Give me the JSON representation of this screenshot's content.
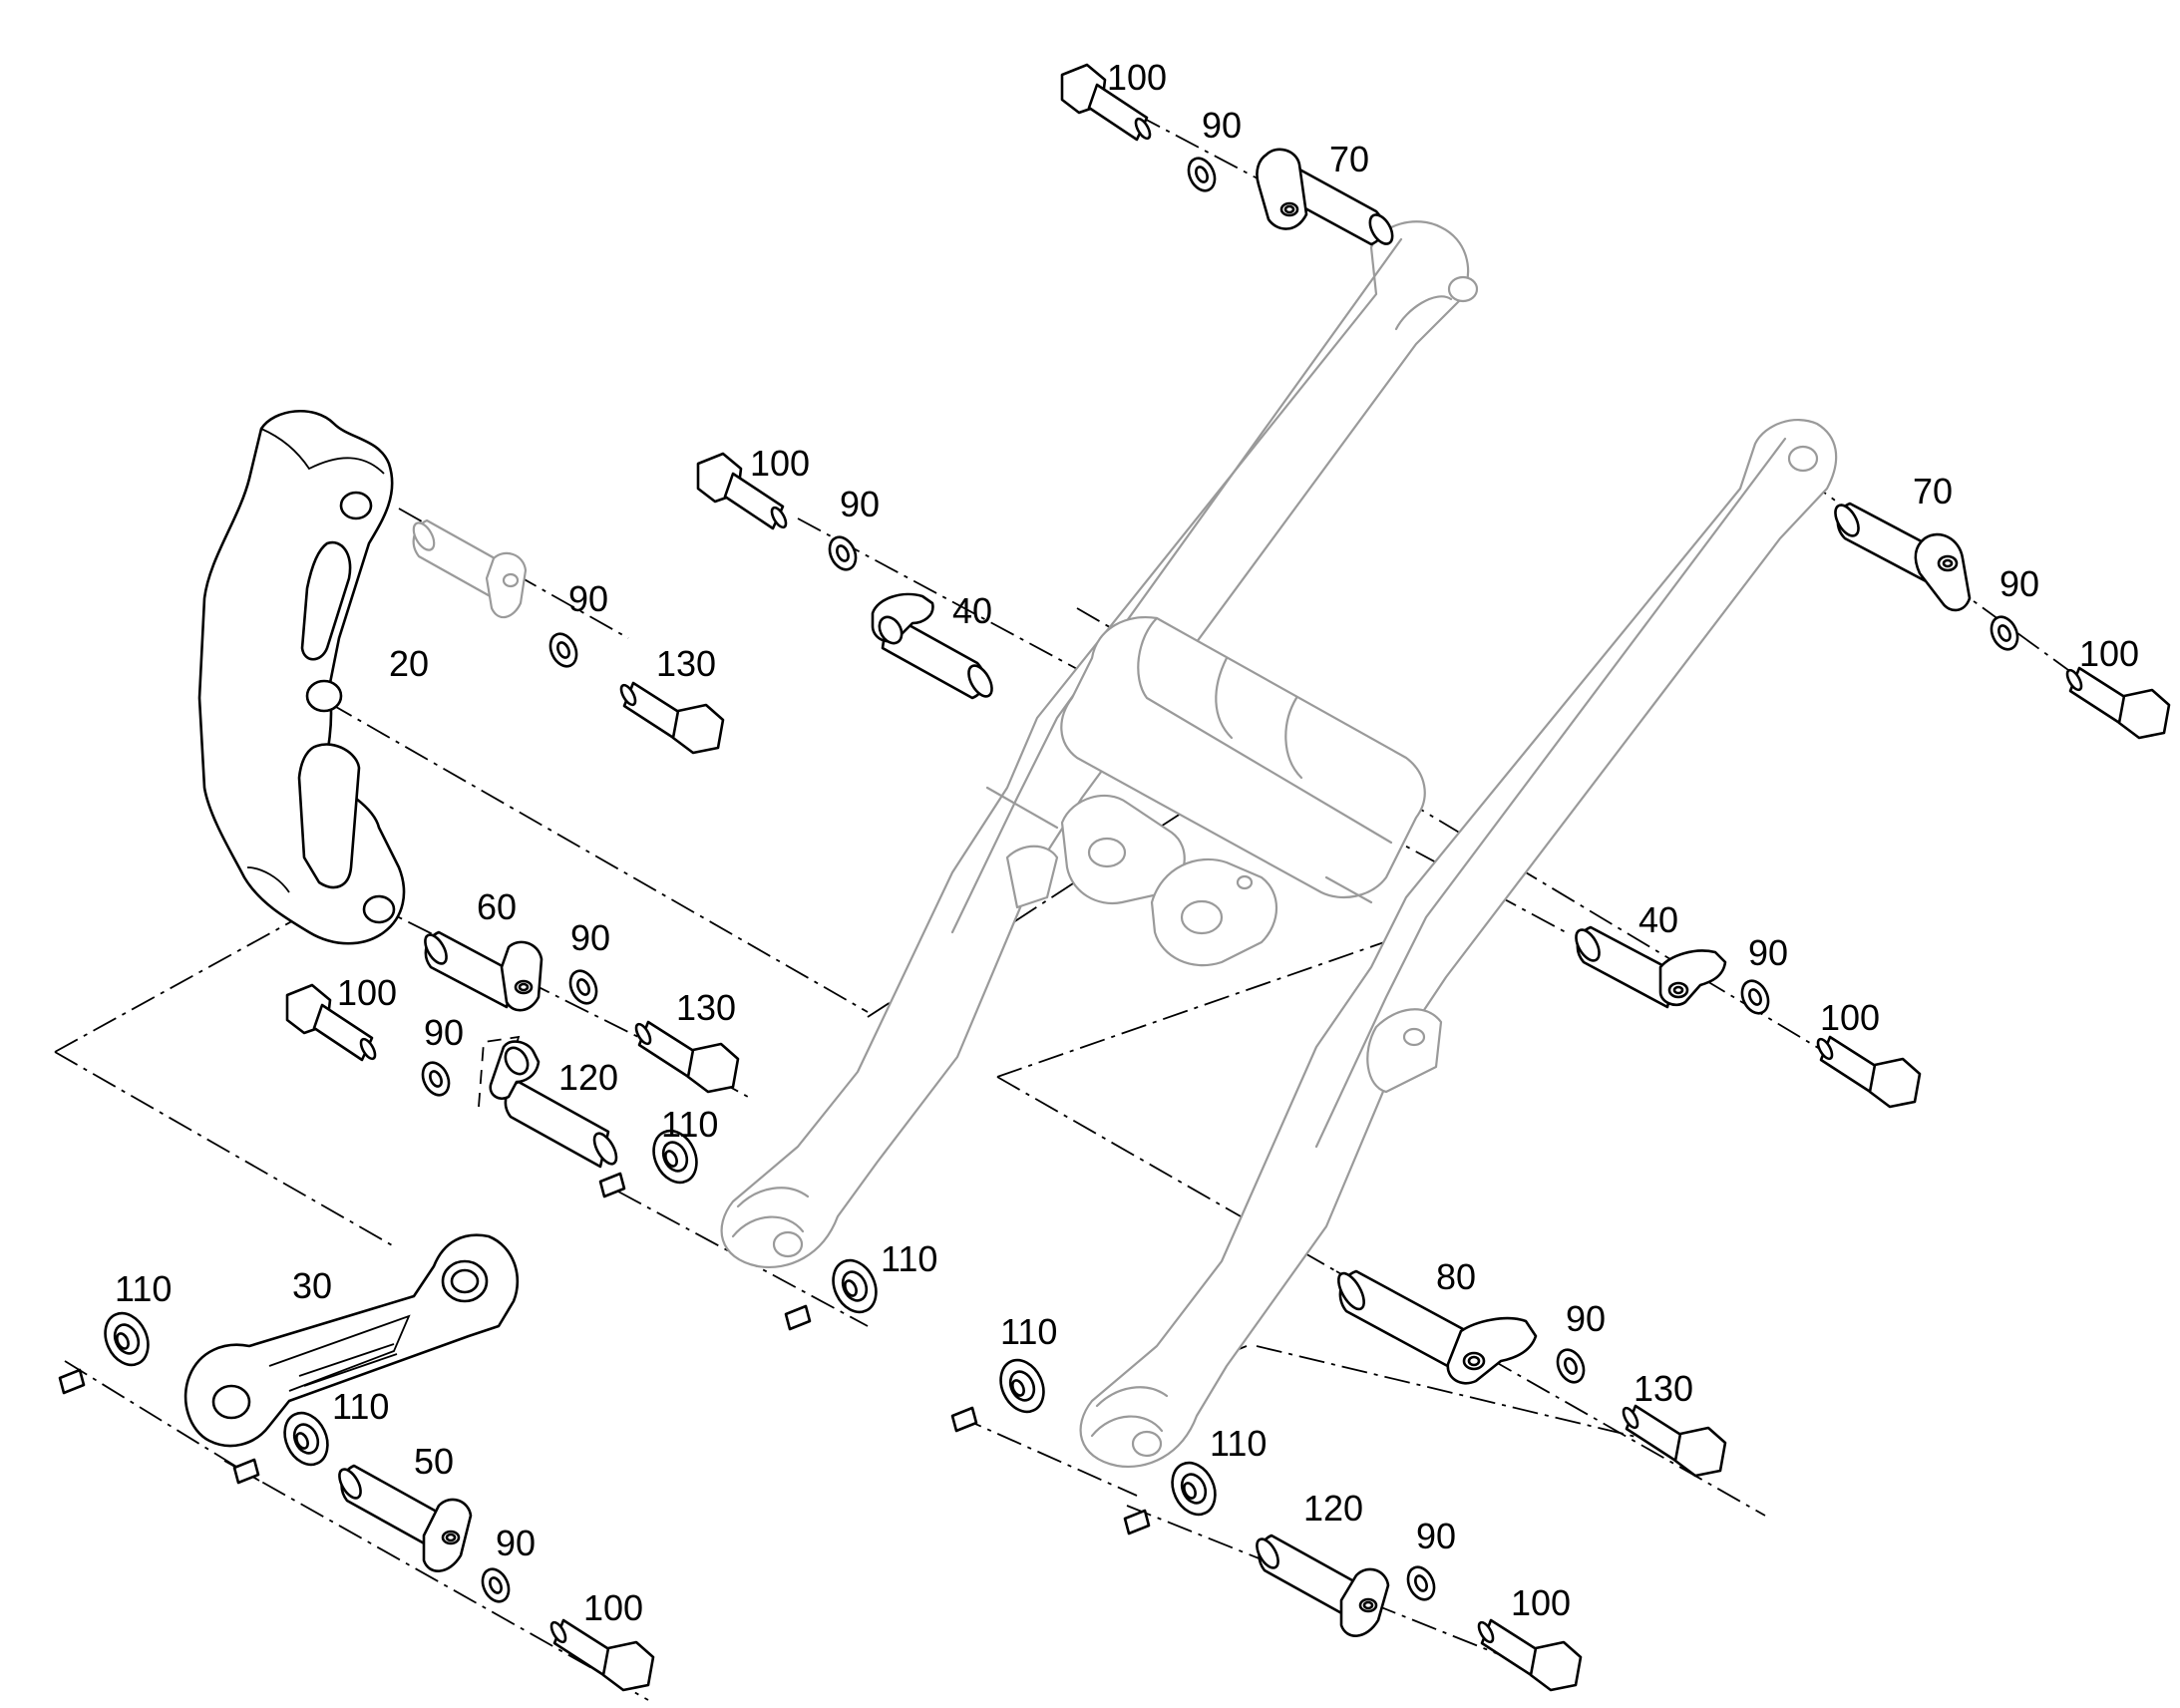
{
  "callouts": {
    "c20": "20",
    "c30": "30",
    "c40a": "40",
    "c40b": "40",
    "c50": "50",
    "c60": "60",
    "c70a": "70",
    "c70b": "70",
    "c80": "80",
    "c90a": "90",
    "c90b": "90",
    "c90c": "90",
    "c90d": "90",
    "c90e": "90",
    "c90f": "90",
    "c90g": "90",
    "c90h": "90",
    "c90i": "90",
    "c90j": "90",
    "c100a": "100",
    "c100b": "100",
    "c100c": "100",
    "c100d": "100",
    "c100e": "100",
    "c100f": "100",
    "c100g": "100",
    "c110a": "110",
    "c110b": "110",
    "c110c": "110",
    "c110d": "110",
    "c110e": "110",
    "c110f": "110",
    "c120a": "120",
    "c120b": "120",
    "c130a": "130",
    "c130b": "130",
    "c130c": "130"
  }
}
